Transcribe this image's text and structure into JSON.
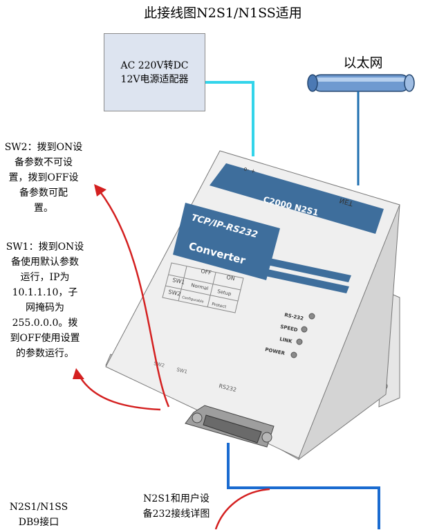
{
  "title": "此接线图N2S1/N1SS适用",
  "power_adapter": {
    "line1": "AC 220V转DC",
    "line2": "12V电源适配器"
  },
  "ethernet": {
    "label": "以太网"
  },
  "notes": {
    "sw2": [
      "SW2：拨到ON设",
      "备参数不可设",
      "置，拨到OFF设",
      "备参数可配",
      "置。"
    ],
    "sw1": [
      "SW1：拨到ON设",
      "备使用默认参数",
      "运行，IP为",
      "10.1.1.10，子",
      "网掩码为",
      "255.0.0.0。拨",
      "到OFF使用设置",
      "的参数运行。"
    ],
    "db9": [
      "N2S1/N1SS",
      "DB9接口"
    ],
    "wiring": [
      "N2S1和用户设",
      "备232接线详图"
    ]
  },
  "device": {
    "model": "C2000 N2S1",
    "net": "NET",
    "protocol": "TCP/IP-RS232",
    "converter": "Converter",
    "table": {
      "header": [
        "",
        "OFF",
        "ON"
      ],
      "rows": [
        [
          "SW1",
          "Normal",
          "Setup"
        ],
        [
          "SW2",
          "Configurable",
          "Protect"
        ]
      ]
    },
    "leds": [
      "RS-232",
      "SPEED",
      "LINK",
      "POWER"
    ],
    "port": "RS232",
    "switch_labels": [
      "SW2",
      "SW1"
    ],
    "power_pins": "o- +"
  },
  "colors": {
    "power_wire": "#33d4ea",
    "ethernet_wire": "#1f6fb0",
    "serial_wire": "#1a6bd0",
    "arrows": "#d42020",
    "device_band": "#3e6e9c",
    "device_body": "#ececec"
  }
}
